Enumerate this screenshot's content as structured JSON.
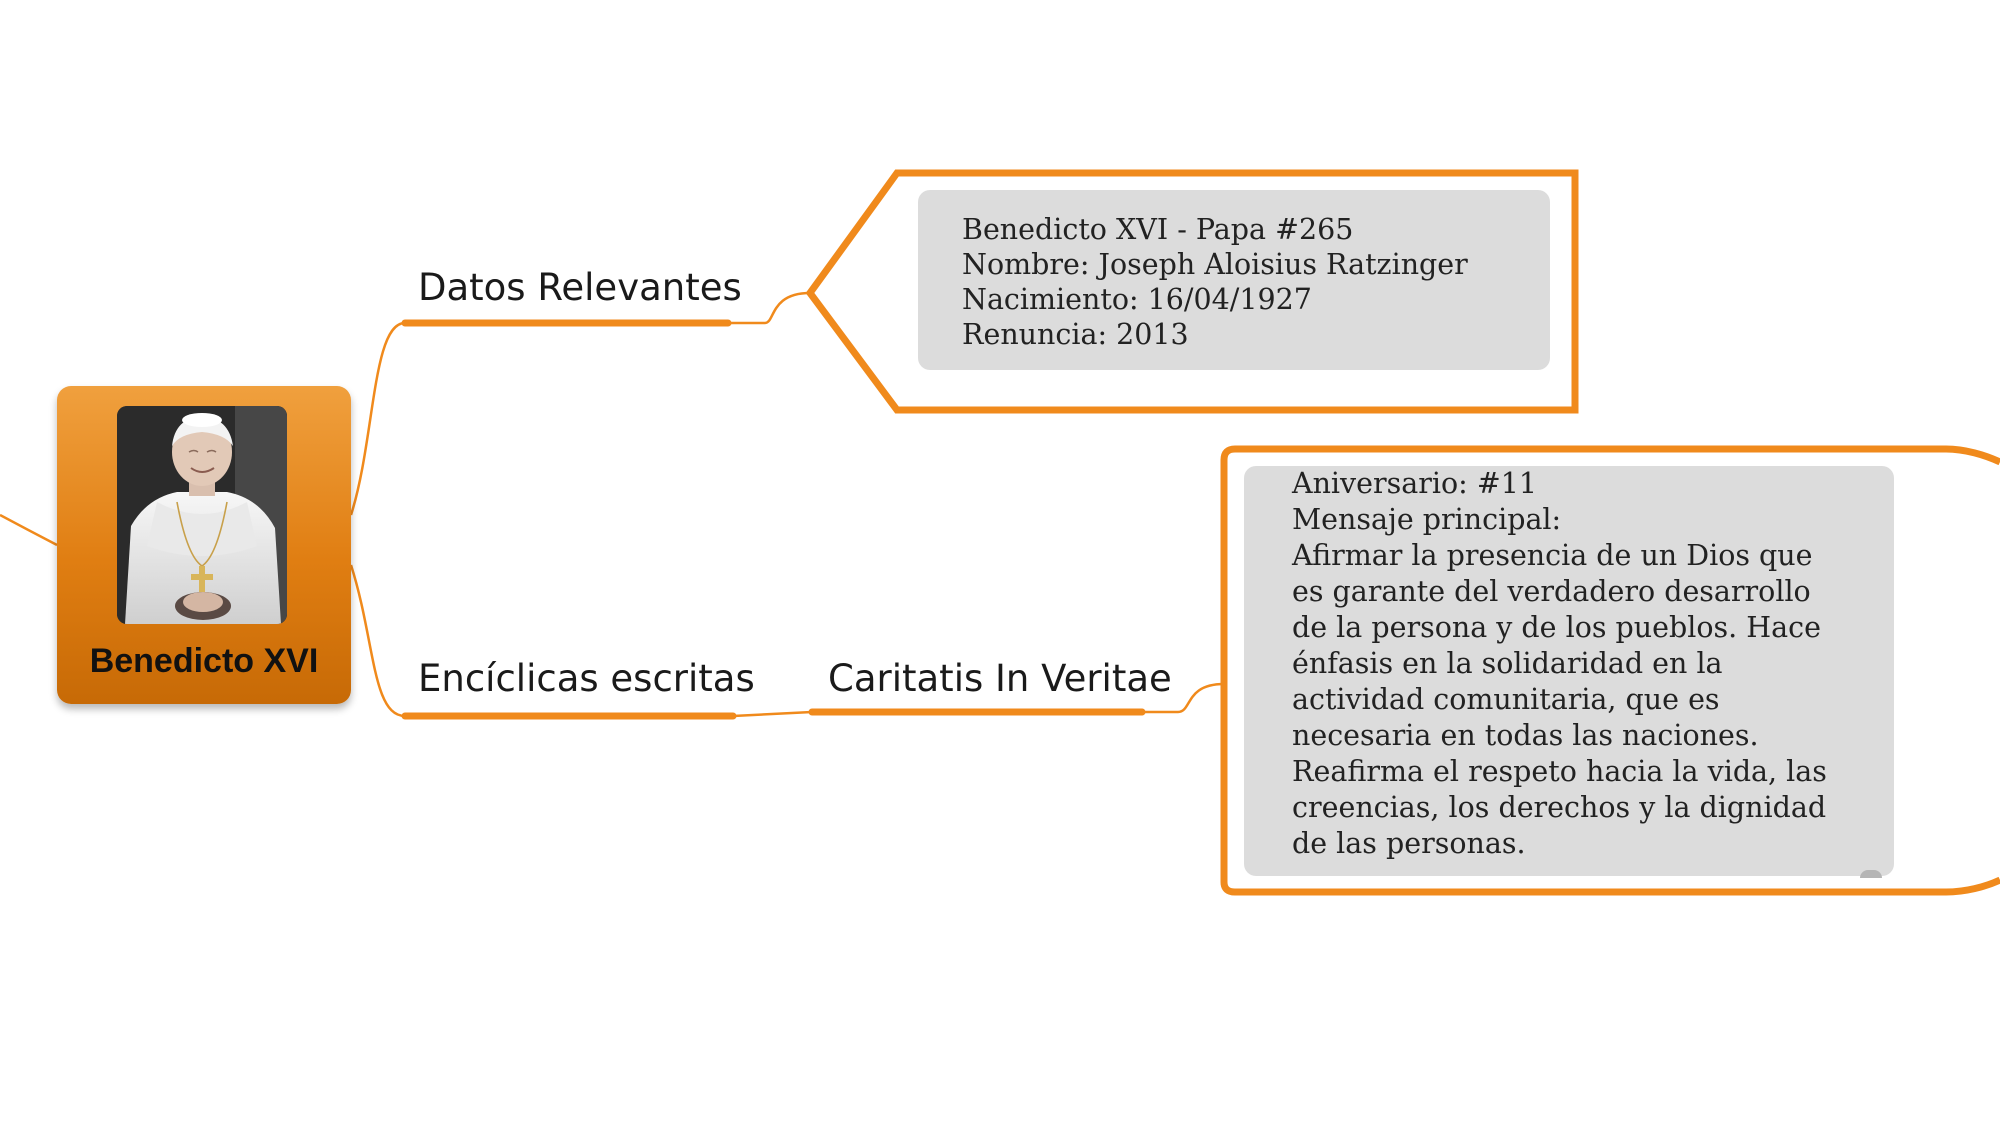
{
  "mindmap": {
    "accent_color": "#f08a1c",
    "central": {
      "label": "Benedicto XVI",
      "image": "portrait-photo"
    },
    "branches": [
      {
        "label": "Datos Relevantes",
        "note": [
          "Benedicto XVI - Papa #265",
          "Nombre: Joseph Aloisius Ratzinger",
          "Nacimiento: 16/04/1927",
          "Renuncia: 2013"
        ]
      },
      {
        "label": "Encíclicas escritas",
        "children": [
          {
            "label": "Caritatis In Veritae",
            "note": [
              "Aniversario: #11",
              "Mensaje principal:",
              "Afirmar la presencia de un Dios que",
              "es garante del verdadero desarrollo",
              "de la persona y de los pueblos. Hace",
              "énfasis en la solidaridad en la",
              "actividad comunitaria, que es",
              "necesaria en todas las naciones.",
              "Reafirma el respeto hacia la vida, las",
              "creencias, los derechos y la dignidad",
              "de las personas."
            ]
          }
        ]
      }
    ]
  }
}
